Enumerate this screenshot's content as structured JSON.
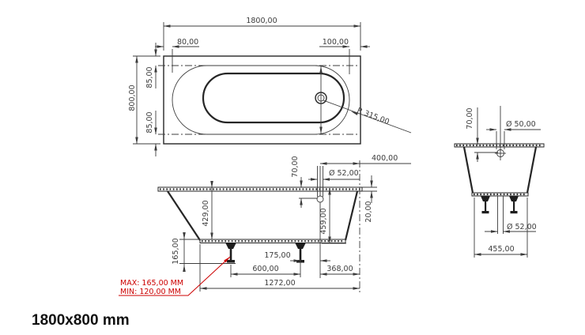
{
  "product_label": "1800x800 mm",
  "colors": {
    "line": "#3c3c3c",
    "outline": "#262626",
    "accent_red": "#cc0000",
    "background": "#ffffff"
  },
  "top_view": {
    "overall_length": "1800,00",
    "left_offset": "80,00",
    "right_offset": "100,00",
    "overall_width": "800,00",
    "margin_top": "85,00",
    "margin_bottom": "85,00",
    "corner_radius": "R 315,00"
  },
  "front_view": {
    "drain_to_end": "400,00",
    "drain_depth": "70,00",
    "drain_diameter": "Ø 52,00",
    "inner_depth": "429,00",
    "outer_depth": "459,00",
    "rim_thickness": "20,00",
    "foot_height": "165,00",
    "leg_to_drain": "175,00",
    "leg_spacing": "600,00",
    "drain_offset": "368,00",
    "base_length": "1272,00",
    "note_max": "MAX: 165,00 MM",
    "note_min": "MIN: 120,00 MM"
  },
  "end_view": {
    "overflow_depth": "70,00",
    "overflow_diameter": "Ø 50,00",
    "drain_diameter": "Ø 52,00",
    "base_width": "455,00"
  }
}
